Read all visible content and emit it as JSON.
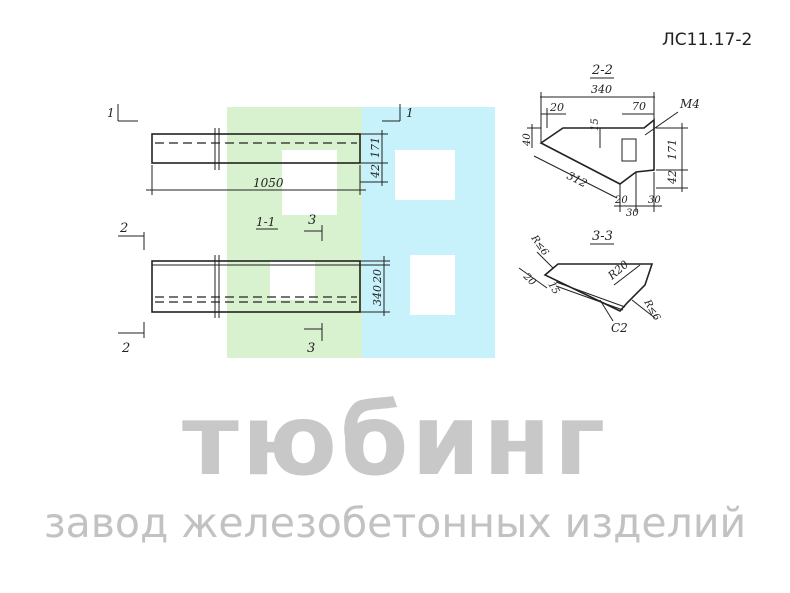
{
  "product_code": "ЛС11.17-2",
  "brand": {
    "name": "тюбинг",
    "tagline": "завод железобетонных изделий",
    "logo_colors": {
      "green": "#d8f2d0",
      "cyan": "#c8f2fb"
    }
  },
  "drawing": {
    "top_view": {
      "length": "1050",
      "dim_height": "171",
      "dim_small": "42",
      "cut_label": "1"
    },
    "front_view": {
      "section_label_left": "2",
      "section_11": "1-1",
      "section_3": "3",
      "dim_height": "340",
      "dim_small": "20"
    },
    "section_22": {
      "title": "2-2",
      "width": "340",
      "dim_20": "20",
      "dim_70": "70",
      "dim_15": "15",
      "dim_40": "40",
      "dim_171": "171",
      "dim_42": "42",
      "dim_312": "312",
      "dim_20b": "20",
      "dim_30a": "30",
      "dim_30b": "30",
      "anchor": "M4"
    },
    "section_33": {
      "title": "3-3",
      "radius_left": "R≤6",
      "radius_right": "R≤6",
      "radius_20": "R20",
      "dim_20": "20",
      "dim_15": "15",
      "rebar": "C2"
    }
  }
}
